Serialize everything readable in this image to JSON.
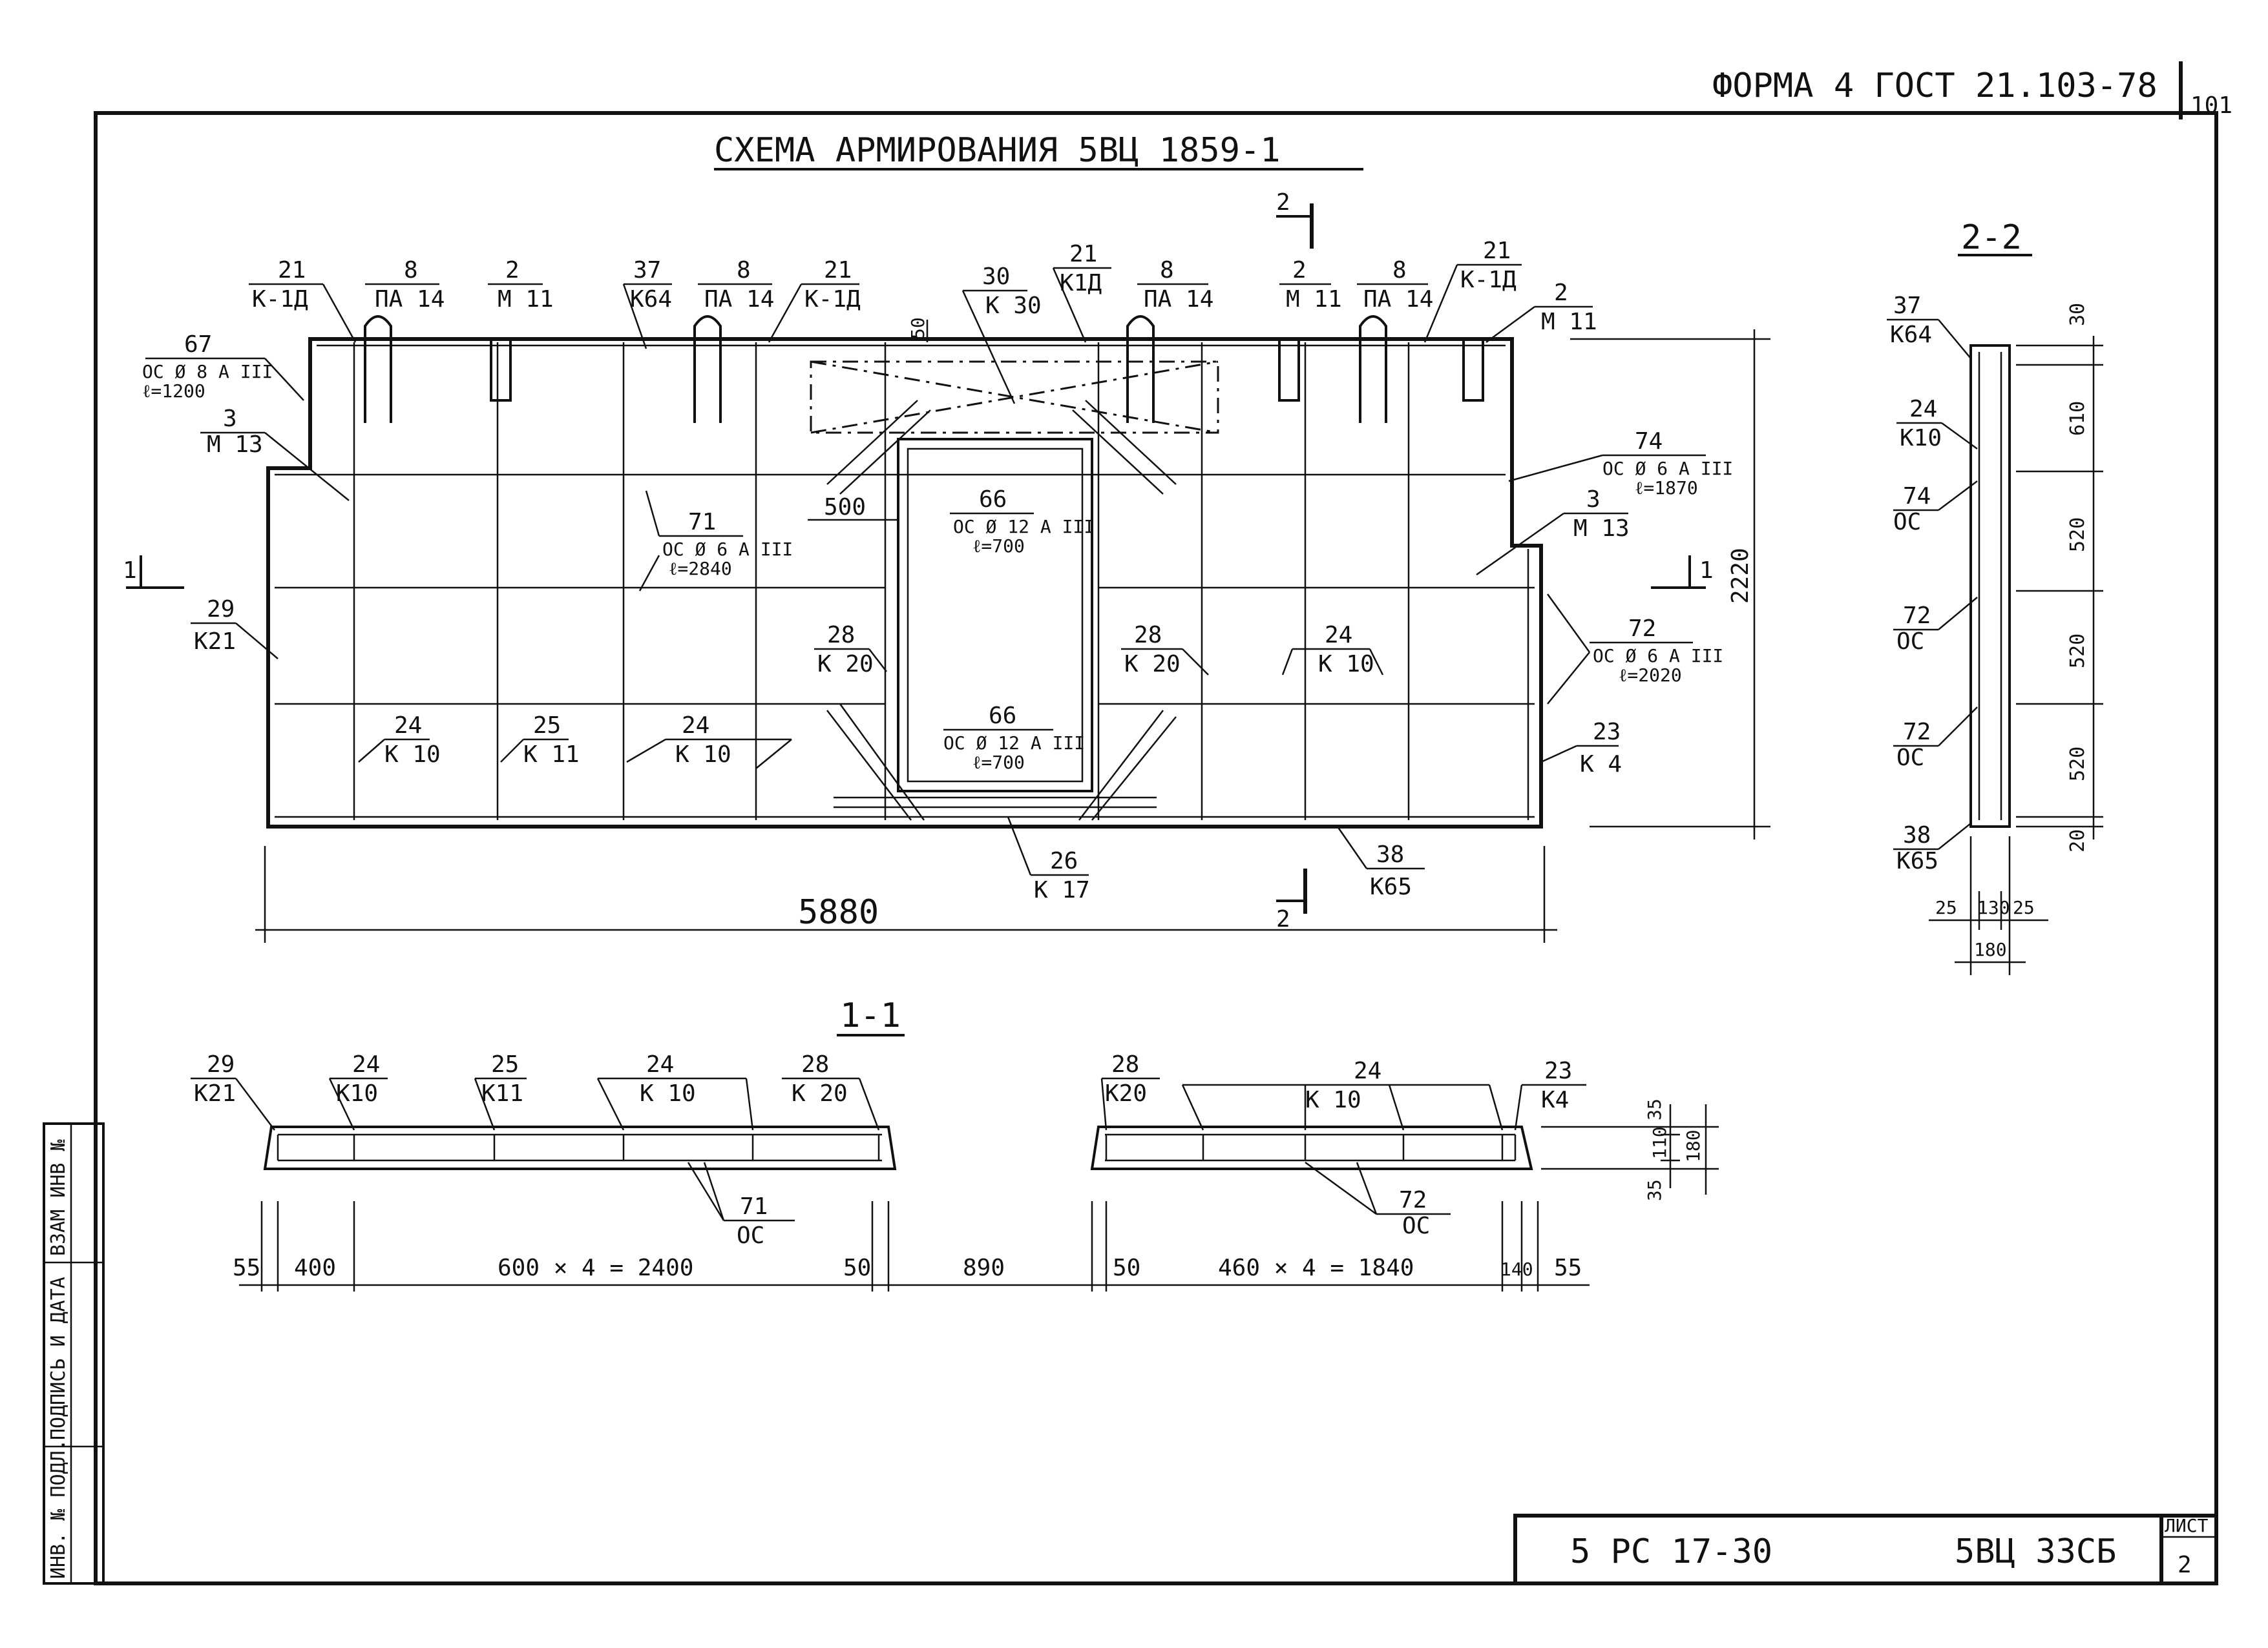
{
  "header": {
    "form_code": "ФОРМА 4 ГОСТ 21.103-78",
    "page_corner": "101"
  },
  "drawing": {
    "title": "СХЕМА АРМИРОВАНИЯ 5ВЦ 1859-1",
    "section_cut_label": "2",
    "section_mark_1": "1",
    "overall_width": "5880",
    "overall_height": "2220",
    "dim_50": "50",
    "dim_500": "500"
  },
  "callouts": [
    {
      "num": "67",
      "code": "ОС Ø 8 А III",
      "extra": "ℓ=1200"
    },
    {
      "num": "21",
      "code": "К-1Д"
    },
    {
      "num": "8",
      "code": "ПА 14"
    },
    {
      "num": "2",
      "code": "М 11"
    },
    {
      "num": "37",
      "code": "К64"
    },
    {
      "num": "8",
      "code": "ПА 14"
    },
    {
      "num": "21",
      "code": "К-1Д"
    },
    {
      "num": "30",
      "code": "К 30"
    },
    {
      "num": "21",
      "code": "К1Д"
    },
    {
      "num": "8",
      "code": "ПА 14"
    },
    {
      "num": "2",
      "code": "М 11"
    },
    {
      "num": "8",
      "code": "ПА 14"
    },
    {
      "num": "21",
      "code": "К-1Д"
    },
    {
      "num": "2",
      "code": "М 11"
    },
    {
      "num": "3",
      "code": "М 13"
    },
    {
      "num": "74",
      "code": "ОС Ø 6 А III",
      "extra": "ℓ=1870"
    },
    {
      "num": "66",
      "code": "ОС Ø 12 А III",
      "extra": "ℓ=700"
    },
    {
      "num": "71",
      "code": "ОС Ø 6 А III",
      "extra": "ℓ=2840"
    },
    {
      "num": "3",
      "code": "М 13"
    },
    {
      "num": "29",
      "code": "К21"
    },
    {
      "num": "28",
      "code": "К 20"
    },
    {
      "num": "28",
      "code": "К 20"
    },
    {
      "num": "24",
      "code": "К 10"
    },
    {
      "num": "72",
      "code": "ОС Ø 6 А III",
      "extra": "ℓ=2020"
    },
    {
      "num": "66",
      "code": "ОС Ø 12 А III",
      "extra": "ℓ=700"
    },
    {
      "num": "24",
      "code": "К 10"
    },
    {
      "num": "25",
      "code": "К 11"
    },
    {
      "num": "24",
      "code": "К 10"
    },
    {
      "num": "23",
      "code": "К 4"
    },
    {
      "num": "26",
      "code": "К 17"
    },
    {
      "num": "38",
      "code": "К65"
    }
  ],
  "section_22": {
    "title": "2-2",
    "labels": [
      {
        "num": "37",
        "code": "К64"
      },
      {
        "num": "24",
        "code": "К10"
      },
      {
        "num": "74",
        "code": "ОС"
      },
      {
        "num": "72",
        "code": "ОС"
      },
      {
        "num": "72",
        "code": "ОС"
      },
      {
        "num": "38",
        "code": "К65"
      }
    ],
    "dims_vertical": [
      "30",
      "610",
      "520",
      "520",
      "520",
      "20"
    ],
    "dims_bottom": [
      "25",
      "130",
      "25"
    ],
    "total_width": "180"
  },
  "section_11": {
    "title": "1-1",
    "labels": [
      {
        "num": "29",
        "code": "К21"
      },
      {
        "num": "24",
        "code": "К10"
      },
      {
        "num": "25",
        "code": "К11"
      },
      {
        "num": "24",
        "code": "К 10"
      },
      {
        "num": "28",
        "code": "К 20"
      },
      {
        "num": "28",
        "code": "К20"
      },
      {
        "num": "24",
        "code": "К 10"
      },
      {
        "num": "23",
        "code": "К4"
      },
      {
        "num": "71",
        "code": "ОС"
      },
      {
        "num": "72",
        "code": "ОС"
      }
    ],
    "dims": [
      "55",
      "400",
      "600 × 4 = 2400",
      "50",
      "890",
      "50",
      "460 × 4 = 1840",
      "140",
      "55"
    ],
    "dims_right": [
      "35",
      "110",
      "35",
      "180"
    ]
  },
  "stamp_column": {
    "cells": [
      "ИНВ. № ПОДЛ.",
      "ПОДПИСЬ И ДАТА",
      "ВЗАМ ИНВ №"
    ]
  },
  "title_block": {
    "series": "5 РС 17-30",
    "code": "5ВЦ 33СБ",
    "sheet_label": "ЛИСТ",
    "sheet_num": "2"
  }
}
